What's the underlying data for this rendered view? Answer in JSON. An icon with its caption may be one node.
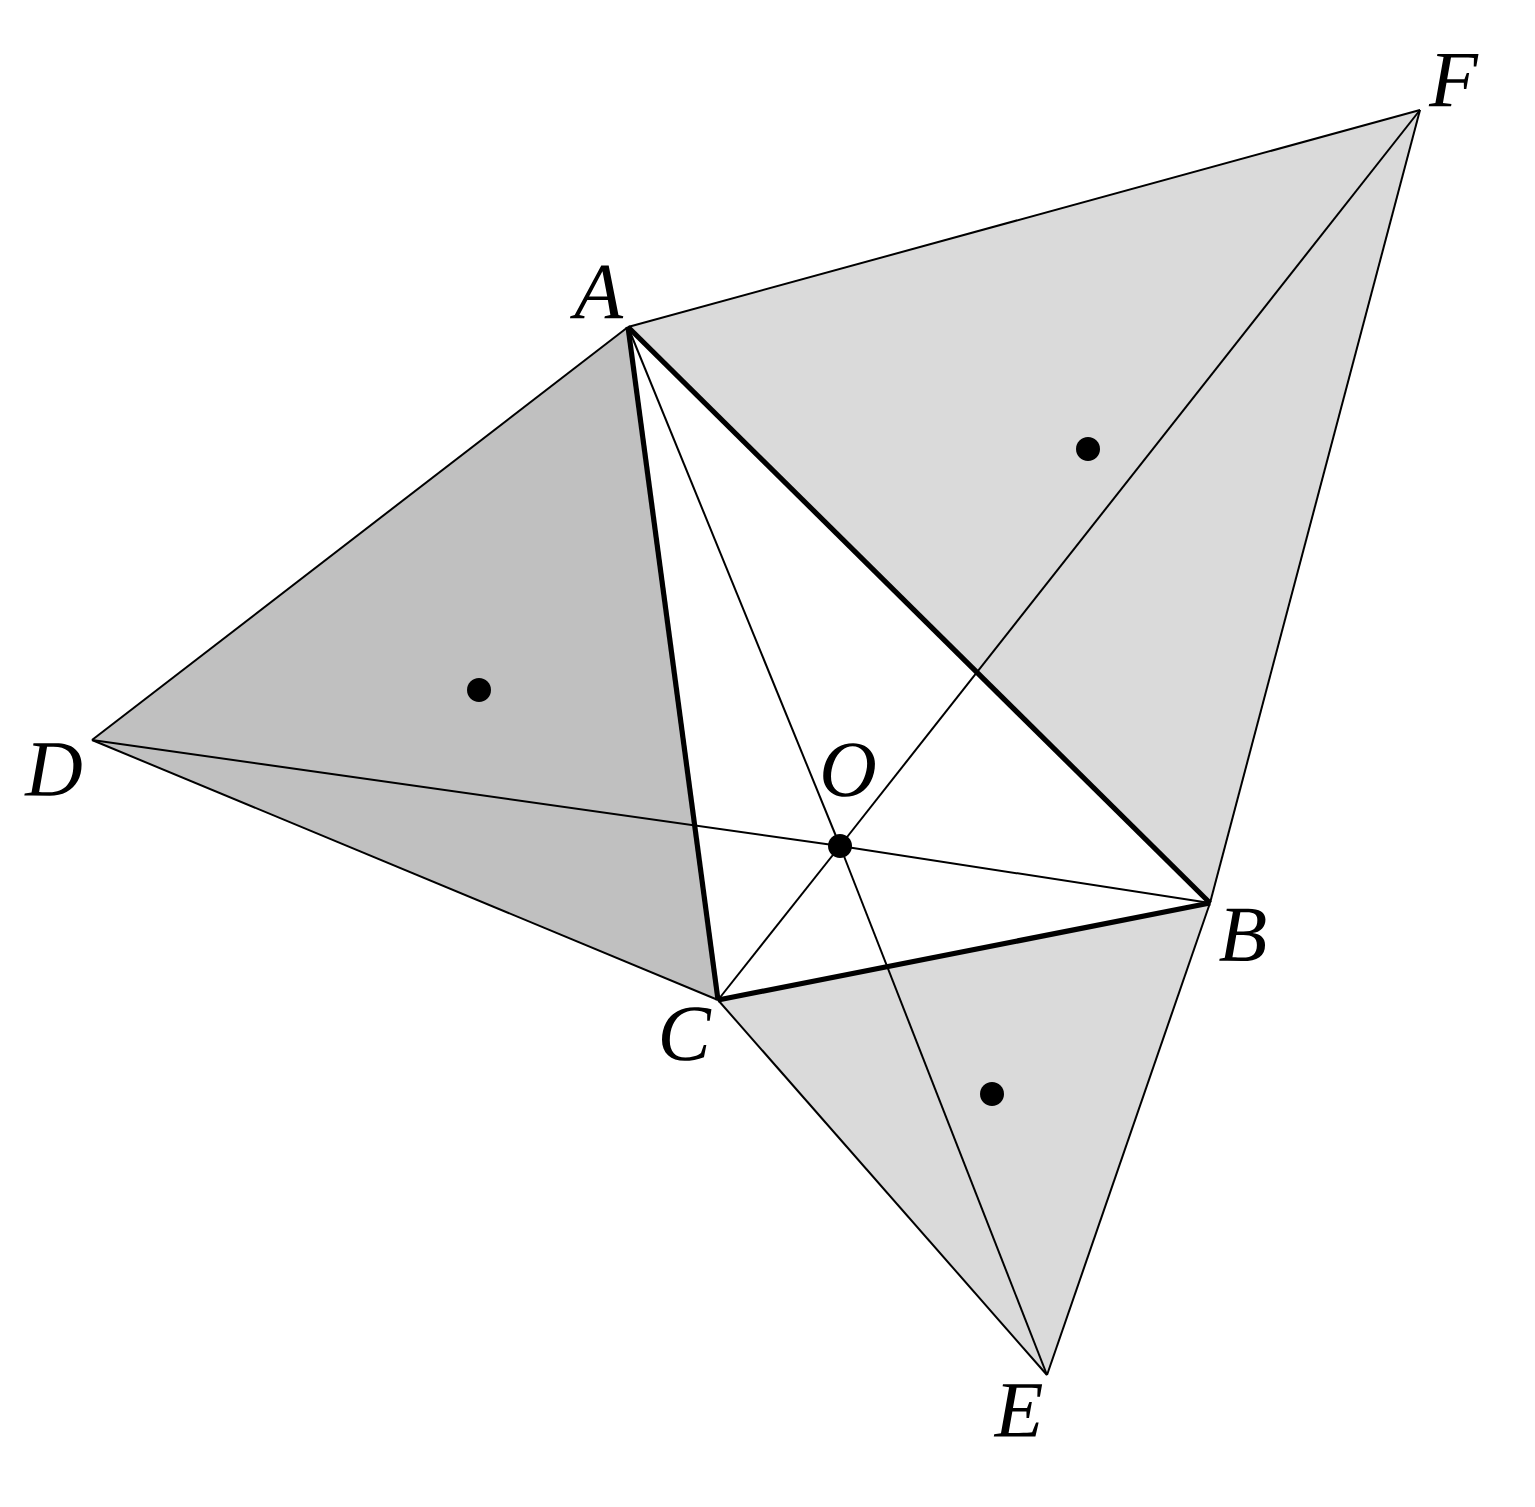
{
  "diagram": {
    "nodes": [
      {
        "text": [
          "A"
        ]
      },
      {
        "text": [
          "B"
        ]
      },
      {
        "text": [
          "C"
        ]
      },
      {
        "text": [
          "D"
        ]
      },
      {
        "text": [
          "E"
        ]
      },
      {
        "text": [
          "F"
        ]
      },
      {
        "text": [
          "O"
        ]
      },
      {
        "text": [],
        "shape": "circle"
      },
      {
        "text": [],
        "shape": "circle"
      },
      {
        "text": [],
        "shape": "circle"
      }
    ],
    "edges": [
      {
        "from": 0,
        "to": 1,
        "arrow": "none",
        "style": "thick"
      },
      {
        "from": 1,
        "to": 2,
        "arrow": "none",
        "style": "thick"
      },
      {
        "from": 2,
        "to": 0,
        "arrow": "none",
        "style": "thick"
      },
      {
        "from": 0,
        "to": 3,
        "arrow": "none"
      },
      {
        "from": 3,
        "to": 2,
        "arrow": "none"
      },
      {
        "from": 0,
        "to": 5,
        "arrow": "none"
      },
      {
        "from": 5,
        "to": 1,
        "arrow": "none"
      },
      {
        "from": 1,
        "to": 4,
        "arrow": "none"
      },
      {
        "from": 4,
        "to": 2,
        "arrow": "none"
      },
      {
        "from": 3,
        "to": 6,
        "arrow": "none"
      },
      {
        "from": 6,
        "to": 1,
        "arrow": "none"
      },
      {
        "from": 0,
        "to": 6,
        "arrow": "none"
      },
      {
        "from": 6,
        "to": 4,
        "arrow": "none"
      },
      {
        "from": 2,
        "to": 6,
        "arrow": "none"
      },
      {
        "from": 6,
        "to": 5,
        "arrow": "none"
      }
    ]
  }
}
